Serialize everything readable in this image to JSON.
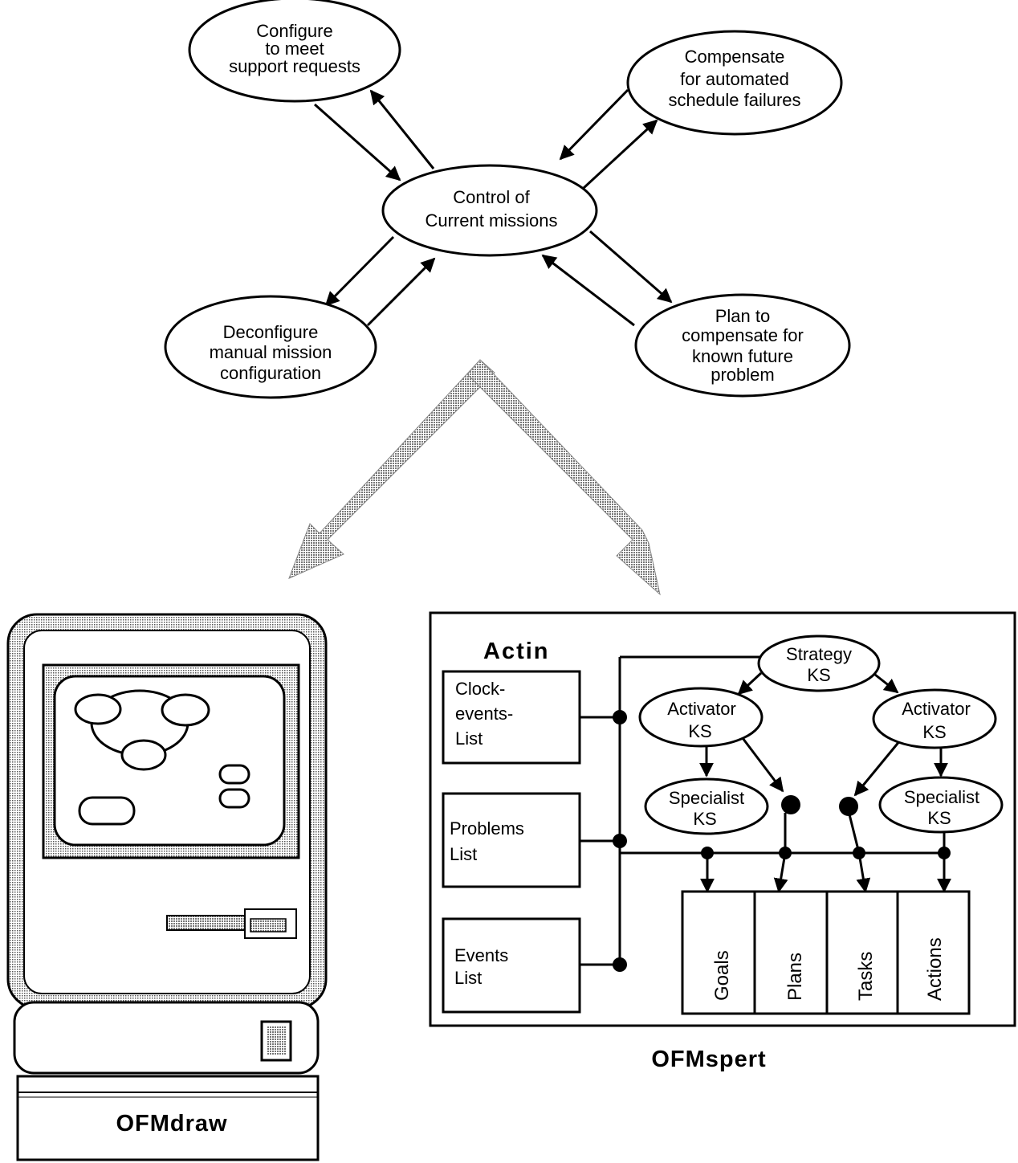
{
  "diagram": {
    "nodes": {
      "configure": [
        "Configure",
        "to meet",
        "support requests"
      ],
      "compensate": [
        "Compensate",
        "for automated",
        "schedule failures"
      ],
      "control": [
        "Control of",
        "Current missions"
      ],
      "deconfigure": [
        "Deconfigure",
        "manual mission",
        "configuration"
      ],
      "plan": [
        "Plan to",
        "compensate for",
        "known future",
        "problem"
      ]
    }
  },
  "ofmdraw": {
    "label": "OFMdraw"
  },
  "ofmspert": {
    "label": "OFMspert",
    "actin_title": "Actin",
    "lists": {
      "clock": [
        "Clock-",
        "events-",
        "List"
      ],
      "problems": [
        "Problems",
        "List"
      ],
      "events": [
        "Events",
        "List"
      ]
    },
    "strategy": [
      "Strategy",
      "KS"
    ],
    "activator_left": [
      "Activator",
      "KS"
    ],
    "activator_right": [
      "Activator",
      "KS"
    ],
    "specialist_left": [
      "Specialist",
      "KS"
    ],
    "specialist_right": [
      "Specialist",
      "KS"
    ],
    "columns": [
      "Goals",
      "Plans",
      "Tasks",
      "Actions"
    ]
  },
  "colors": {
    "ink": "#000000",
    "dither": "#9a9a9a",
    "screen_gray": "#d0d0d0"
  }
}
